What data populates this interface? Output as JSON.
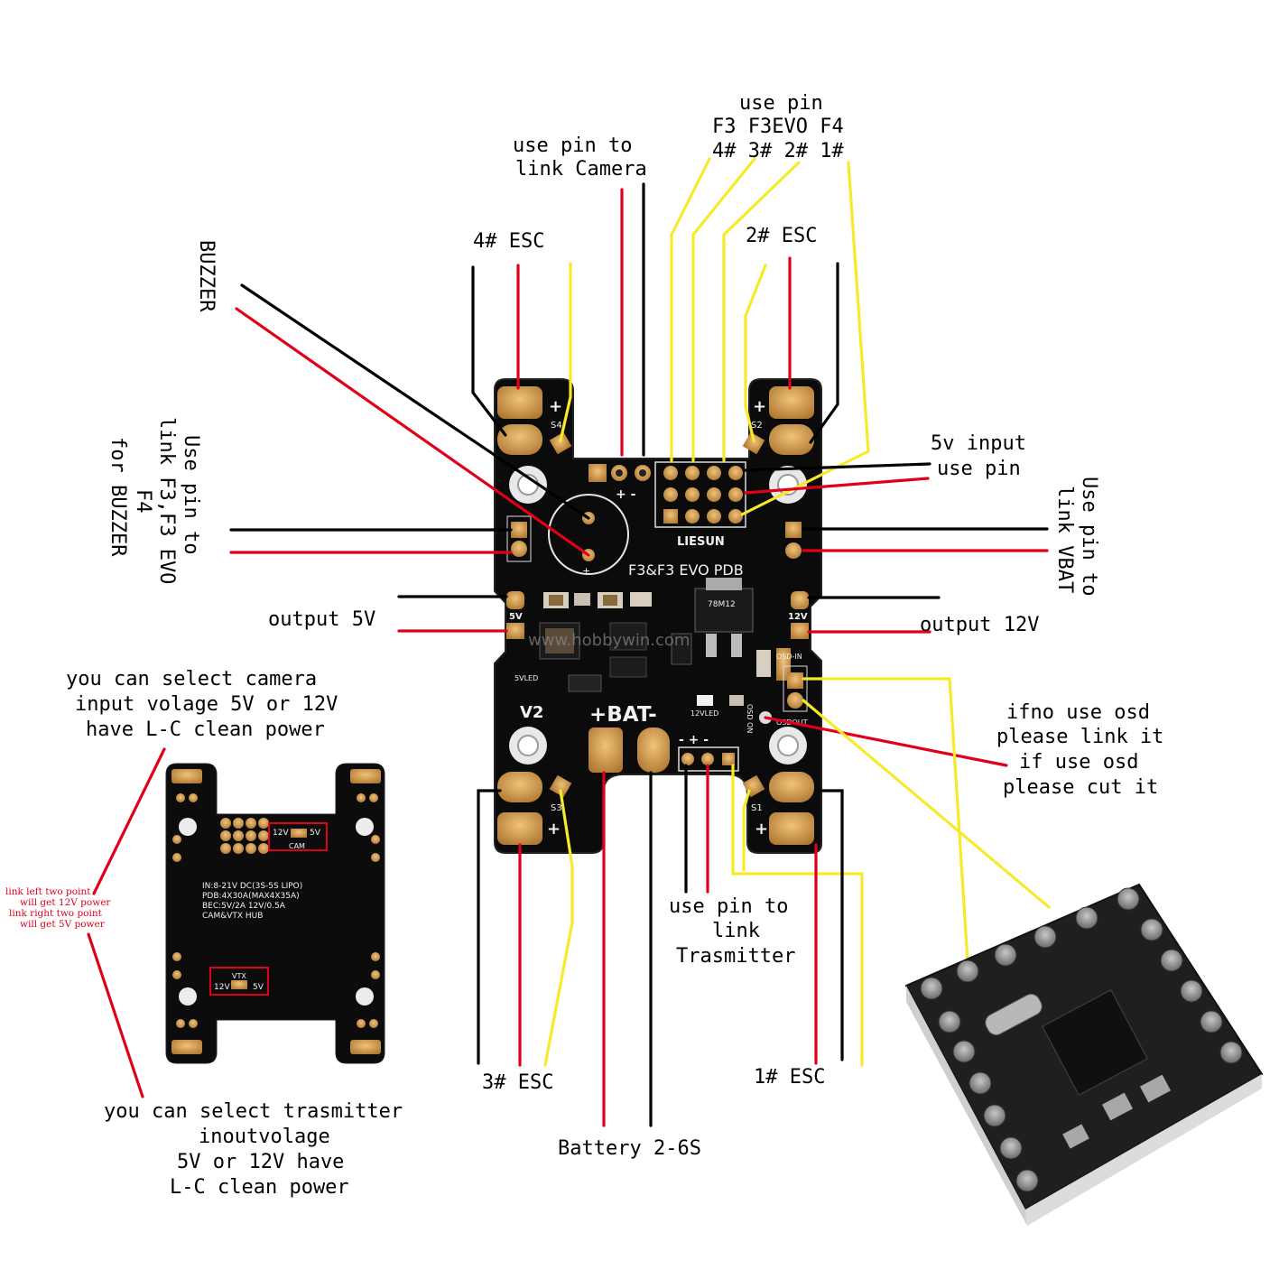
{
  "labels": {
    "camera_pin": [
      "use pin to",
      "link Camera"
    ],
    "receiver_pin": [
      "use pin",
      "F3 F3EVO F4",
      "4#  3#  2#  1#"
    ],
    "esc4": "4# ESC",
    "esc2": "2# ESC",
    "esc3": "3# ESC",
    "esc1": "1# ESC",
    "buzzer": "BUZZER",
    "buzzer_pin": [
      "Use pin to",
      "link F3,F3 EVO",
      "F4",
      "for BUZZER"
    ],
    "vin5_pin": [
      "5v input",
      "use pin"
    ],
    "vbat_pin": [
      "Use pin to",
      "link VBAT"
    ],
    "output5v": "output 5V",
    "output12v": "output 12V",
    "camera_select": [
      "you can select camera",
      "input volage 5V or 12V",
      "have L-C clean power"
    ],
    "osd_note": [
      "ifno use osd",
      "please link it",
      "if use osd",
      "please cut it"
    ],
    "trasmitter_pin": [
      "use pin to",
      "link",
      "Trasmitter"
    ],
    "battery": "Battery 2-6S",
    "trasmitter_select": [
      "you can select trasmitter",
      "inoutvolage",
      "5V or 12V have",
      "L-C clean power"
    ],
    "link_note": [
      "link left two point",
      "will get 12V power",
      "link right two point",
      "will get 5V power"
    ]
  },
  "board_silk": {
    "brand": "LIESUN",
    "name": "F3&F3 EVO PDB",
    "version": "V2",
    "bat": "+BAT-",
    "pads_5v": "5V",
    "pads_12v": "12V",
    "led_5v": "5VLED",
    "led_12v": "12VLED",
    "osd_in": "OSD-IN",
    "osd_out": "OSDOUT",
    "osd_on": "OSD ON",
    "reg": "78M12",
    "s1": "S1",
    "s2": "S2",
    "s3": "S3",
    "s4": "S4",
    "plus": "+",
    "minus": "-",
    "plusminus": "+ -",
    "minuspm": "- + -"
  },
  "back_silk": {
    "spec": [
      "IN:8-21V DC(3S-5S LIPO)",
      "PDB:4X30A(MAX4X35A)",
      "BEC:5V/2A 12V/0.5A",
      "CAM&VTX HUB"
    ],
    "cam_jumper": [
      "12V",
      "5V",
      "CAM"
    ],
    "vtx_jumper": [
      "VTX",
      "12V",
      "5V"
    ]
  },
  "watermark": "www.hobbywin.com",
  "colors": {
    "board": "#0b0b0b",
    "pad": "#d29a4c",
    "wire_red": "#e0001a",
    "wire_yellow": "#f7ea2c",
    "wire_black": "#000000",
    "osd": "#3a3a3a"
  }
}
